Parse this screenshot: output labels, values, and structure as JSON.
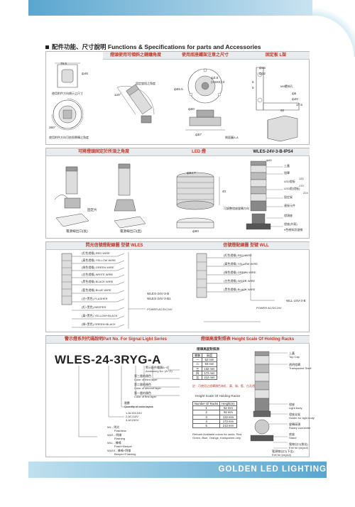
{
  "heading": {
    "cn": "配件功能、尺寸說明",
    "en": "Functions & Specifications for parts and Accessories"
  },
  "row1": {
    "p1_title": "",
    "p2_title": "燈頭使用可傾斜之鏈議角度",
    "p3_title": "使用底座鐵架注意之尺寸",
    "p4_title": "固定板 L架",
    "p1_labels": [
      "79.5",
      "ф46",
      "使用附件方向標示之尺寸",
      "360°",
      "使用附件方向可依照需轉之角度"
    ],
    "p2_labels": [
      "120°",
      "固定旋鈕之角度"
    ],
    "p3_labels": [
      "ф65.5",
      "ф3.8",
      "(4.5X6)-3",
      "ф60",
      "ф57",
      "側面圖A-A"
    ],
    "p4_labels": [
      "ф15",
      "ф12",
      "6",
      "5",
      "ф5",
      "M4螺絲孔",
      "ф20",
      "17.5",
      "60"
    ]
  },
  "row2": {
    "p1_title": "可將燈頭固定於所須之角度",
    "p2_title": "LED 燈",
    "p3_title": "WLES-24V-3-B-IPS4",
    "p1_labels": [
      "固定片",
      "電源線出口(長)"
    ],
    "p2_labels": [
      "電源線出口(直)"
    ],
    "p3_dims": [
      "ф54.7",
      "40",
      "ф60"
    ],
    "p4_labels": [
      "上蓋",
      "燈罩",
      "LED燈(燈板)",
      "固定架",
      "可調整燈座旋轉方向",
      "連接元件",
      "燈頭座",
      "LED燈板",
      "燈座(外殼)",
      "9色感知訊號線"
    ],
    "p4_dims": [
      "ф60",
      "120",
      "170",
      "224"
    ]
  },
  "row3": {
    "p1_title": "閃光信號燈配線圖 型號 WLES",
    "p2_title": "信號燈配線圖 型號 WLL",
    "p1_wires": [
      "(紅色燈條) RED WIRE",
      "(黃色燈條) YELLOW WIRE",
      "(綠色燈條) GREEN WIRE",
      "(白色燈條) WHITE WIRE",
      "(黑色燈條) BLACK WIRE",
      "(藍色燈條) BLUE WIRE",
      "(白+黑色) FLASHER",
      "(紅+黑色) BEEPER",
      "(黃+黑色) YELLOW+BLACK",
      "(綠+黑色) GREEN+BLACK"
    ],
    "p1_models": [
      "WLES-24V-3-B",
      "WLES-24V-3-B1"
    ],
    "p1_power": "POWER AC/DC24V",
    "p2_wires": [
      "(紅色燈條) RED WIRE",
      "(黃色燈條) YELLOW WIRE",
      "(綠色燈條) GREEN WIRE",
      "(白色燈條) WHITE WIRE",
      "(黑色燈條) BLACK WIRE"
    ],
    "p2_models": [
      "WLL-24V-3-B"
    ],
    "p2_power": "POWER AC/DC24V"
  },
  "row4": {
    "p1_title": "警示燈系列代碼說明Part No. For Signal Light Series",
    "p2_title": "燈頭高度對照表 Height Scale Of Holding Racks",
    "part_no": "WLES-24-3RYG-A",
    "code_lines": [
      "警示配件種類A~G",
      "Accessory No. (A~G)",
      "第三層的顏色",
      "Color of third layer",
      "第二層的顏色",
      "Color of second layer",
      "第一層的顏色",
      "Color of first layer",
      "層數",
      "Quantity of color layers",
      "1.AC/DC24V",
      "2.AC110V",
      "3.AC230V",
      "WL - 閃光",
      "Flashless",
      "WLE - 閃爍",
      "Flashing",
      "WLL - 蜂鳴",
      "Flash+Beeper",
      "WLES - 蜂鳴+閃爍",
      "Beeper+Flashing"
    ],
    "height_title_cn": "燈頭高度對照表",
    "height_table_cn": {
      "headers": [
        "層數",
        "高度"
      ],
      "rows": [
        [
          "一",
          "52 mm"
        ],
        [
          "二",
          "92 mm"
        ],
        [
          "三",
          "132 mm"
        ],
        [
          "四",
          "172 mm"
        ],
        [
          "五",
          "212 mm"
        ]
      ]
    },
    "note_cn": "註：可使用之燈罩顏色為紅、黃、綠、藍、白及透明",
    "height_title_en": "Height Scale Of Holding Racks",
    "height_table_en": {
      "headers": [
        "Number Of Racks",
        "Height(m)"
      ],
      "rows": [
        [
          "1",
          "52 mm"
        ],
        [
          "2",
          "92 mm"
        ],
        [
          "3",
          "132 mm"
        ],
        [
          "4",
          "172 mm"
        ],
        [
          "5",
          "212 mm"
        ]
      ]
    },
    "remark": "Remark:Available colors for racks. Red, Green, Blue, Orange, transparent only.",
    "parts": [
      {
        "cn": "上蓋",
        "en": "Top Cap"
      },
      {
        "cn": "透明燈罩",
        "en": "Transparent Shell"
      },
      {
        "cn": "燈座",
        "en": "Light body"
      },
      {
        "cn": "燈座支架",
        "en": "Holder for light body"
      },
      {
        "cn": "旋轉接頭",
        "en": "Rotary connecter"
      },
      {
        "cn": "底座",
        "en": "Stand"
      },
      {
        "cn": "電線出口(側出)",
        "en": "Exit for ips(out)"
      },
      {
        "cn": "電源線出口(下出)",
        "en": "Exit for ips(out)"
      }
    ]
  },
  "footer": "GOLDEN LED LIGHTING"
}
